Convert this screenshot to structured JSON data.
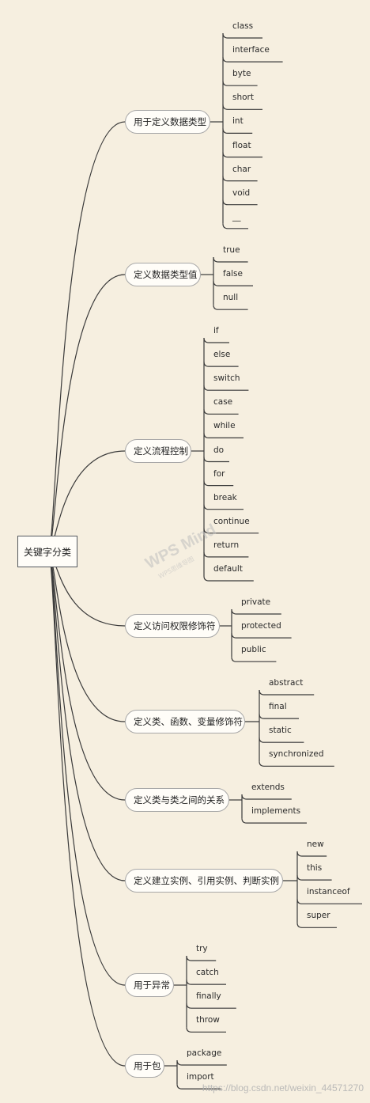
{
  "root": {
    "label": "关键字分类"
  },
  "branches": [
    {
      "label": "用于定义数据类型",
      "leaves": [
        "class",
        "interface",
        "byte",
        "short",
        "int",
        "float",
        "char",
        "void",
        "__"
      ]
    },
    {
      "label": "定义数据类型值",
      "leaves": [
        "true",
        "false",
        "null"
      ]
    },
    {
      "label": "定义流程控制",
      "leaves": [
        "if",
        "else",
        "switch",
        "case",
        "while",
        "do",
        "for",
        "break",
        "continue",
        "return",
        "default"
      ]
    },
    {
      "label": "定义访问权限修饰符",
      "leaves": [
        "private",
        "protected",
        "public"
      ]
    },
    {
      "label": "定义类、函数、变量修饰符",
      "leaves": [
        "abstract",
        "final",
        "static",
        "synchronized"
      ]
    },
    {
      "label": "定义类与类之间的关系",
      "leaves": [
        "extends",
        "implements"
      ]
    },
    {
      "label": "定义建立实例、引用实例、判断实例",
      "leaves": [
        "new",
        "this",
        "instanceof",
        "super"
      ]
    },
    {
      "label": "用于异常",
      "leaves": [
        "try",
        "catch",
        "finally",
        "throw"
      ]
    },
    {
      "label": "用于包",
      "leaves": [
        "package",
        "import"
      ]
    }
  ],
  "watermark": {
    "text": "WPS Mind",
    "subtext": "WPS思维导图"
  },
  "credit": "https://blog.csdn.net/weixin_44571270",
  "colors": {
    "background": "#f6efe0",
    "line": "#3a3a3a",
    "branch_border": "#a7a7a7"
  }
}
